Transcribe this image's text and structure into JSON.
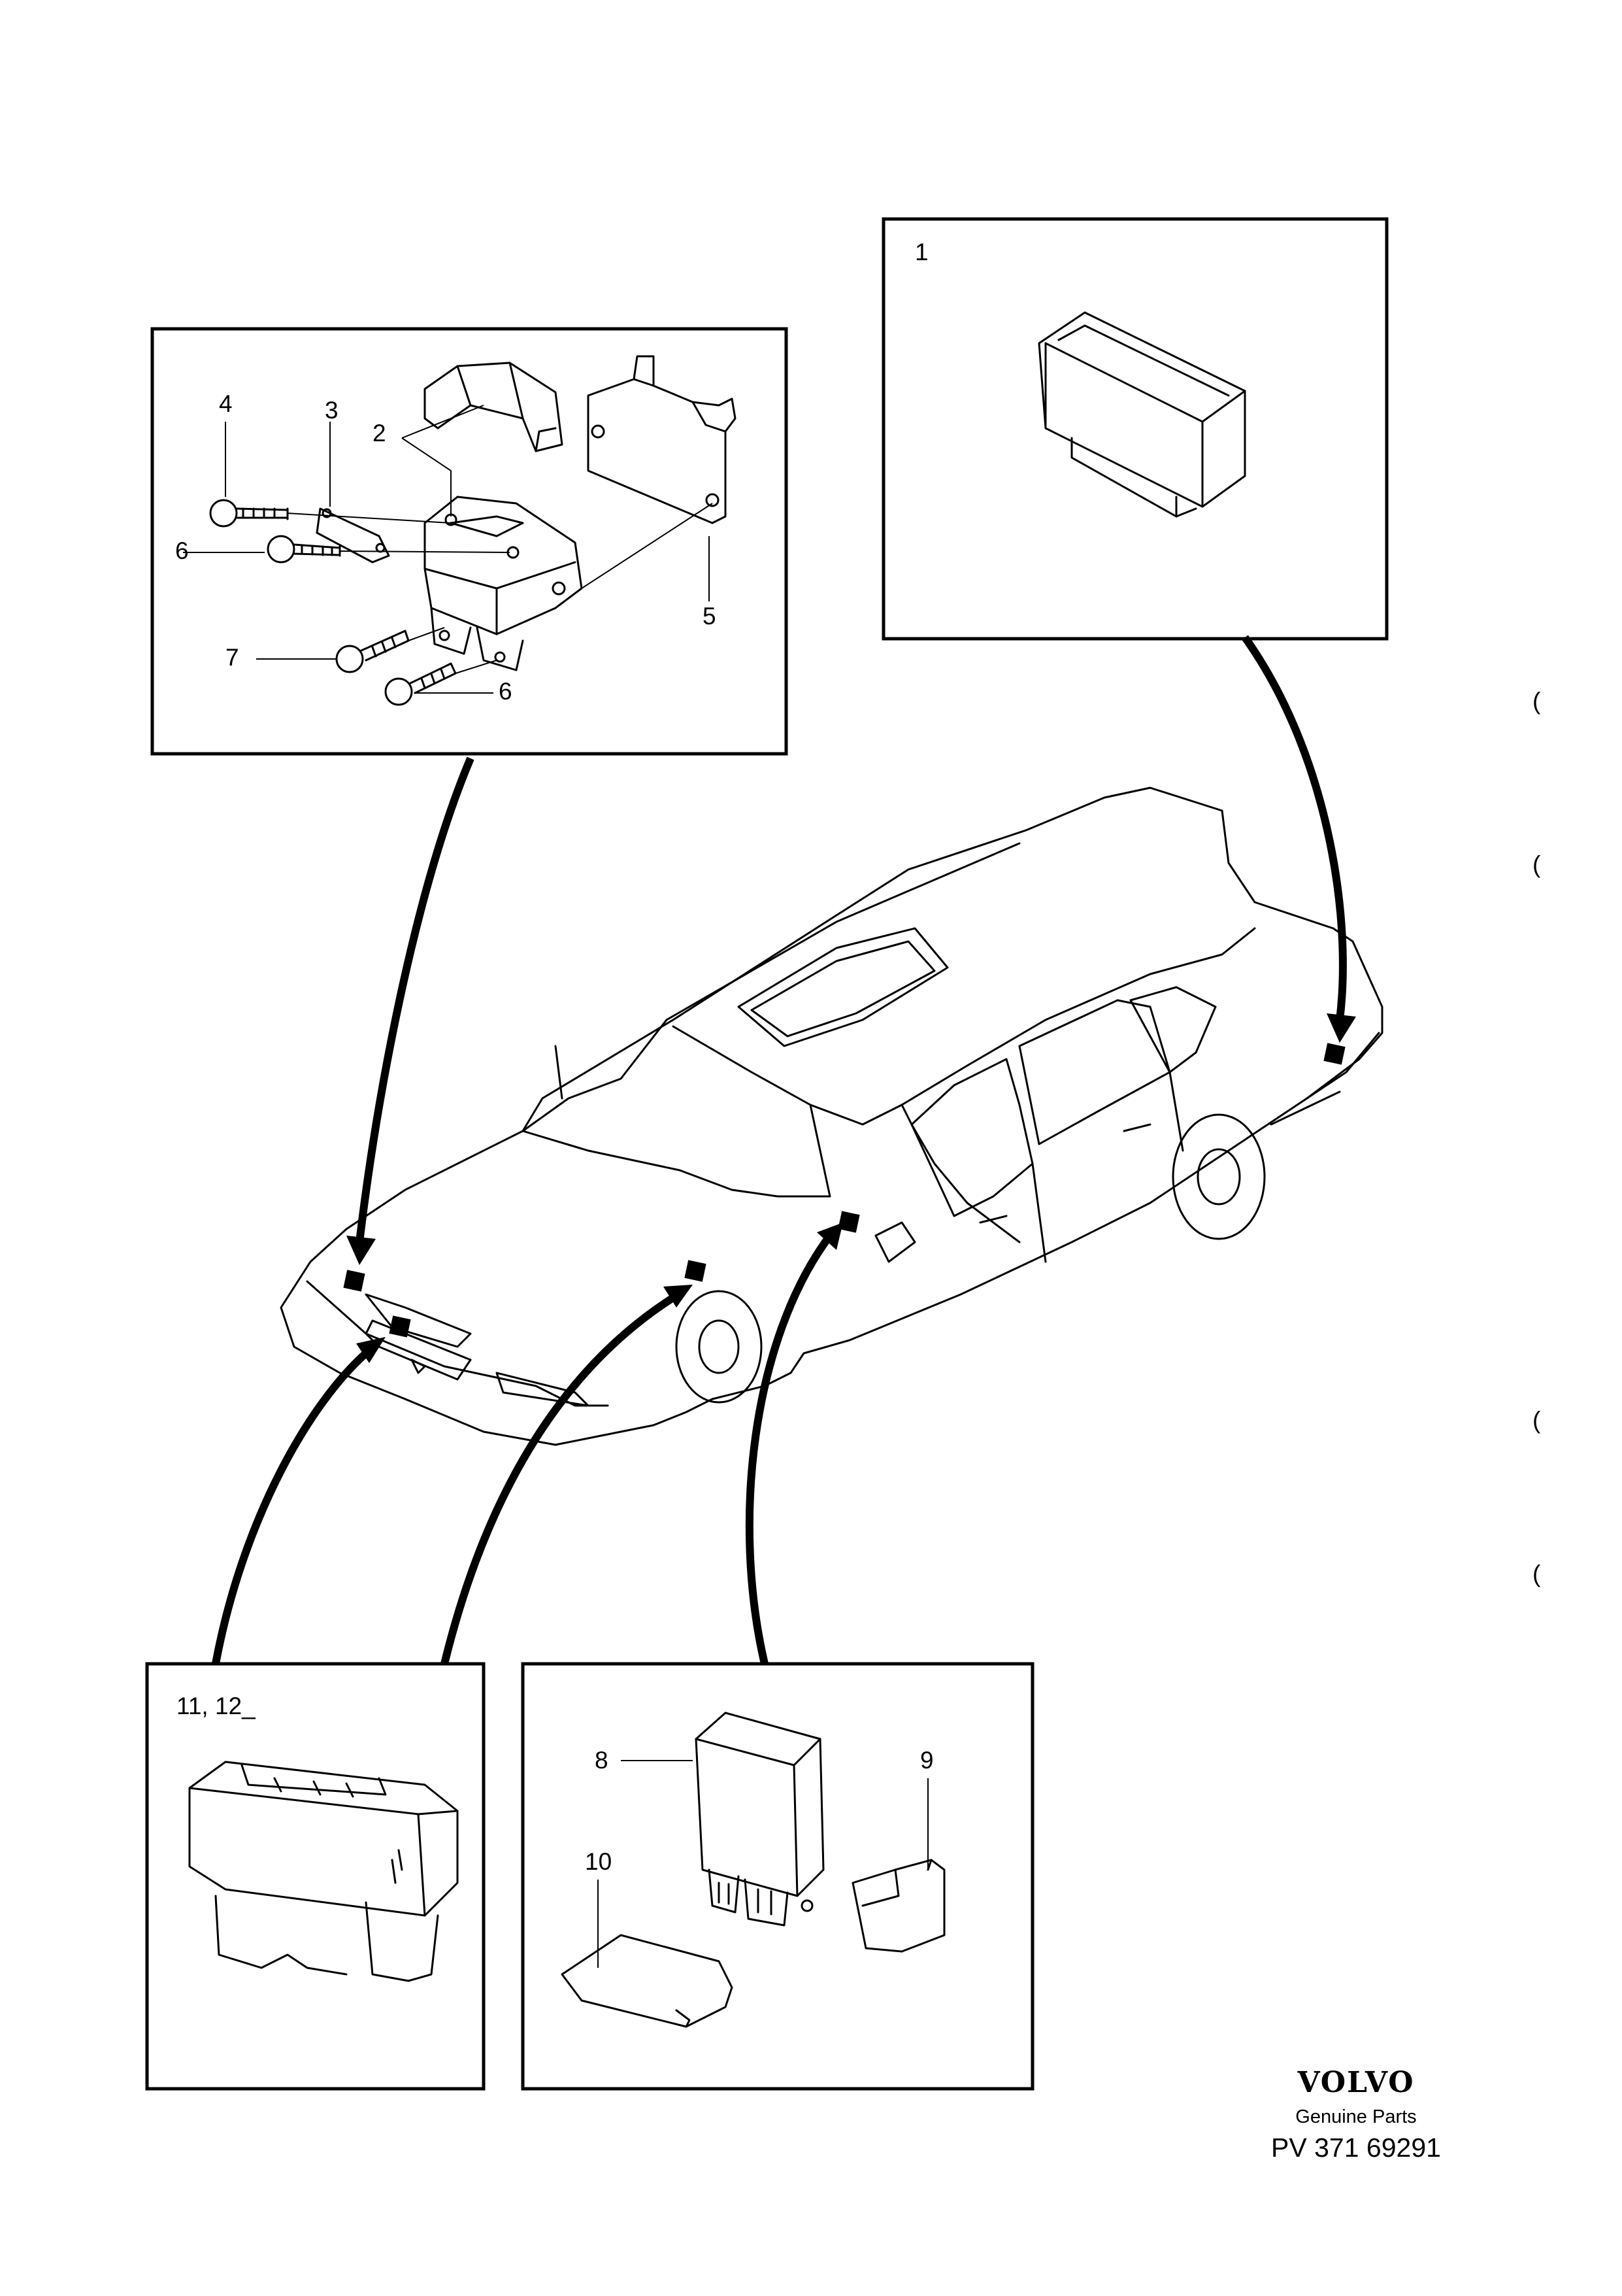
{
  "labels": {
    "box_top_right": "1",
    "bracket_cover": "2",
    "washer": "3",
    "screw_top": "4",
    "clip": "5",
    "screw_mid": "6",
    "screw_lower": "7",
    "screw_bottom": "6",
    "relay_small": "8",
    "relay_cover": "9",
    "relay_pad": "10",
    "relay_large": "11, 12_"
  },
  "brand": {
    "logo": "VOLVO",
    "subtitle": "Genuine Parts",
    "code": "PV 371 69291"
  },
  "margin_marks": [
    "(",
    "(",
    "(",
    "("
  ]
}
